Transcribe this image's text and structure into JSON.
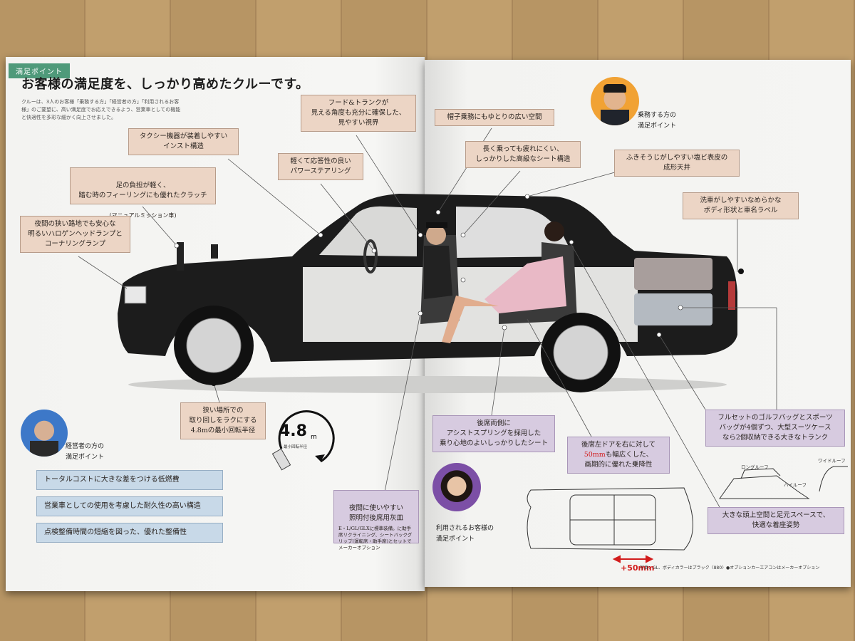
{
  "header": {
    "tag": "満足ポイント",
    "headline": "お客様の満足度を、しっかり高めたクルーです。",
    "intro": "クルーは、3人のお客様「乗務する方」「経営者の方」「利用されるお客様」のご要望に、高い満足度でお応えできるよう、営業車としての機能と快適性を多彩な細かく向上させました。"
  },
  "callouts": {
    "instrument": "タクシー機器が装着しやすい\nインスト構造",
    "clutch": "足の負担が軽く、\n踏む時のフィーリングにも優れたクラッチ",
    "clutch_note": "(マニュアルミッション車)",
    "headlamp": "夜間の狭い路地でも安心な\n明るいハロゲンヘッドランプと\nコーナリングランプ",
    "hood_trunk": "フード&トランクが\n見える角度も充分に確保した、\n見やすい視界",
    "steering": "軽くて応答性の良い\nパワーステアリング",
    "hat_space": "帽子乗務にもゆとりの広い空間",
    "seat": "長く乗っても疲れにくい、\nしっかりした高級なシート構造",
    "ceiling": "ふきそうじがしやすい塩ビ表皮の\n成形天井",
    "body_wash": "洗車がしやすいなめらかな\nボディ形状と車名ラベル",
    "turning": "狭い場所での\n取り回しをラクにする\n4.8mの最小回転半径",
    "ashtray": "夜間に使いやすい\n照明付後席用灰皿",
    "ashtray_note": "E・L/GL/GLXに標準装備。に助手席リクライニング、シートバックグリップ(運転席・助手席)とセットでメーカーオプション",
    "assist_spring": "後席両側に\nアシストスプリングを採用した\n乗り心地のよいしっかりしたシート",
    "door_pre": "後席左ドアを右に対して",
    "door_red": "50mm",
    "door_post": "も幅広くした、\n画期的に優れた乗降性",
    "trunk": "フルセットのゴルフバッグとスポーツ\nバッグが4個ずつ、大型スーツケース\nなら2個収納できる大きなトランク",
    "headroom": "大きな頭上空間と足元スペースで、\n快適な着座姿勢"
  },
  "personas": {
    "driver": "乗務する方の\n満足ポイント",
    "manager": "経営者の方の\n満足ポイント",
    "customer": "利用されるお客様の\n満足ポイント"
  },
  "manager_points": [
    "トータルコストに大きな差をつける低燃費",
    "営業車としての使用を考慮した耐久性の高い構造",
    "点検整備時間の短縮を図った、優れた整備性"
  ],
  "turning_radius": {
    "value": "4.8",
    "unit": "m",
    "caption": "最小回転半径"
  },
  "diagram": {
    "dimension": "+50mm",
    "roof_labels": [
      "ロングルーフ",
      "ハイルーフ",
      "ワイドルーフ"
    ]
  },
  "photo_caption": "写真：GL、ボディカラーはブラック〈880〉●オプションカーエアコンはメーカーオプション",
  "colors": {
    "green_tag": "#4f9a7a",
    "pink_box": "#ecd5c5",
    "lavender_box": "#d7cbe0",
    "blue_box": "#c8d9e8",
    "accent_red": "#d21c1c",
    "car_body": "#1c1c1c"
  }
}
